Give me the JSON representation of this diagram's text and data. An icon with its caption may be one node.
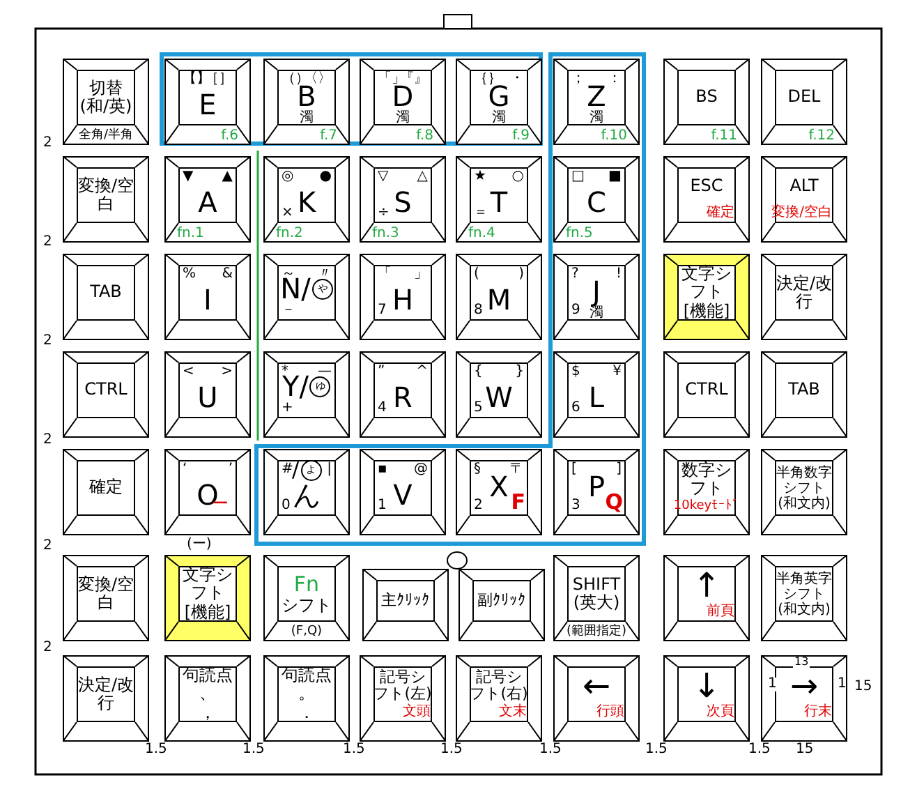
{
  "diagram": {
    "nodes": [
      {
        "text": [
          "切替",
          "(和/英)",
          "全角/半角"
        ]
      },
      {
        "text": [
          "【】",
          "［］",
          "E",
          "f.6"
        ]
      },
      {
        "text": [
          "（）",
          "〈〉",
          "B",
          "濁",
          "f.7"
        ]
      },
      {
        "text": [
          "「」",
          "『』",
          "D",
          "濁",
          "f.8"
        ]
      },
      {
        "text": [
          "｛｝",
          "・",
          "G",
          "濁",
          "f.9"
        ]
      },
      {
        "text": [
          "；",
          "：",
          "Z",
          "濁",
          "f.10"
        ]
      },
      {
        "text": [
          "BS",
          "f.11"
        ]
      },
      {
        "text": [
          "DEL",
          "f.12"
        ]
      },
      {
        "text": [
          "変換/空白"
        ]
      },
      {
        "text": [
          "▼",
          "▲",
          "A",
          "fn.1"
        ]
      },
      {
        "text": [
          "◎",
          "●",
          "K",
          "×",
          "fn.2"
        ]
      },
      {
        "text": [
          "▽",
          "△",
          "S",
          "÷",
          "fn.3"
        ]
      },
      {
        "text": [
          "★",
          "○",
          "T",
          "＝",
          "fn.4"
        ]
      },
      {
        "text": [
          "□",
          "■",
          "C",
          "fn.5"
        ]
      },
      {
        "text": [
          "ESC",
          "確定"
        ]
      },
      {
        "text": [
          "ALT",
          "変換/空白"
        ]
      },
      {
        "text": [
          "TAB"
        ]
      },
      {
        "text": [
          "%",
          "&",
          "I"
        ]
      },
      {
        "text": [
          "～",
          "〃",
          "N/",
          "ゃ",
          "－"
        ]
      },
      {
        "text": [
          "「",
          "」",
          "H",
          "7"
        ]
      },
      {
        "text": [
          "(",
          ")",
          "M",
          "8"
        ]
      },
      {
        "text": [
          "?",
          "!",
          "J",
          "濁",
          "9"
        ]
      },
      {
        "text": [
          "文字シフト",
          "[機能]"
        ]
      },
      {
        "text": [
          "決定/改行"
        ]
      },
      {
        "text": [
          "CTRL"
        ]
      },
      {
        "text": [
          "<",
          ">",
          "U"
        ]
      },
      {
        "text": [
          "*",
          "—",
          "Y/",
          "ゅ",
          "+"
        ]
      },
      {
        "text": [
          "”",
          "^",
          "R",
          "4"
        ]
      },
      {
        "text": [
          "{",
          "}",
          "W",
          "5"
        ]
      },
      {
        "text": [
          "$",
          "¥",
          "L",
          "6"
        ]
      },
      {
        "text": [
          "CTRL"
        ]
      },
      {
        "text": [
          "TAB"
        ]
      },
      {
        "text": [
          "確定"
        ]
      },
      {
        "text": [
          "‘",
          "’",
          "O",
          "ー"
        ]
      },
      {
        "text": [
          "#",
          "|",
          "/",
          "ょ",
          "ん",
          "0"
        ]
      },
      {
        "text": [
          "▪",
          "@",
          "V",
          "1"
        ]
      },
      {
        "text": [
          "§",
          "〒",
          "X",
          "2",
          "F"
        ]
      },
      {
        "text": [
          "[",
          "]",
          "P",
          "3",
          "Q"
        ]
      },
      {
        "text": [
          "数字シフト",
          "10keyﾓｰﾄﾞ"
        ]
      },
      {
        "text": [
          "半角数字シフト",
          "(和文内)"
        ]
      },
      {
        "text": [
          "変換/空白"
        ]
      },
      {
        "text": [
          "文字シフト",
          "[機能]"
        ]
      },
      {
        "text": [
          "Fn",
          "シフト",
          "(F,Q)"
        ]
      },
      {
        "text": [
          "主ｸﾘｯｸ"
        ]
      },
      {
        "text": [
          "副ｸﾘｯｸ"
        ]
      },
      {
        "text": [
          "SHIFT",
          "(英大)",
          "(範囲指定)"
        ]
      },
      {
        "text": [
          "↑",
          "前頁"
        ]
      },
      {
        "text": [
          "半角英字シフト",
          "(和文内)"
        ]
      },
      {
        "text": [
          "決定/改行"
        ]
      },
      {
        "text": [
          "句読点",
          "、",
          "，"
        ]
      },
      {
        "text": [
          "句読点",
          "。",
          "．"
        ]
      },
      {
        "text": [
          "記号シフト(左)",
          "文頭"
        ]
      },
      {
        "text": [
          "記号シフト(右)",
          "文末"
        ]
      },
      {
        "text": [
          "←",
          "行頭"
        ]
      },
      {
        "text": [
          "↓",
          "次頁"
        ]
      },
      {
        "text": [
          "→",
          "行末"
        ]
      }
    ],
    "labels": [
      "2",
      "2",
      "2",
      "2",
      "2",
      "(ー)",
      "2",
      "13",
      "1",
      "1",
      "15",
      "1.5",
      "1.5",
      "1.5",
      "1.5",
      "1.5",
      "1.5",
      "1.5",
      "15"
    ]
  }
}
